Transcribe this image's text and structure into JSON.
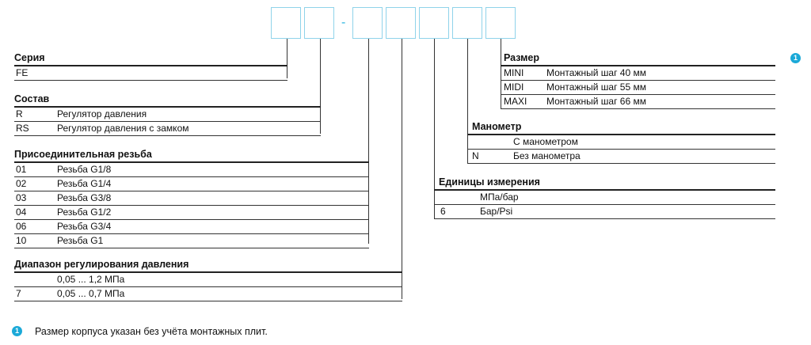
{
  "accent": "#1ba9d8",
  "code": {
    "separator": "-",
    "boxes": [
      "",
      "",
      "",
      "",
      "",
      "",
      ""
    ]
  },
  "sections": {
    "seria": {
      "title": "Серия",
      "rows": [
        {
          "code": "FE",
          "desc": ""
        }
      ]
    },
    "sostav": {
      "title": "Состав",
      "rows": [
        {
          "code": "R",
          "desc": "Регулятор давления"
        },
        {
          "code": "RS",
          "desc": "Регулятор давления с замком"
        }
      ]
    },
    "rezba": {
      "title": "Присоединительная резьба",
      "rows": [
        {
          "code": "01",
          "desc": "Резьба G1/8"
        },
        {
          "code": "02",
          "desc": "Резьба G1/4"
        },
        {
          "code": "03",
          "desc": "Резьба G3/8"
        },
        {
          "code": "04",
          "desc": "Резьба G1/2"
        },
        {
          "code": "06",
          "desc": "Резьба G3/4"
        },
        {
          "code": "10",
          "desc": "Резьба G1"
        }
      ]
    },
    "diapazon": {
      "title": "Диапазон регулирования давления",
      "rows": [
        {
          "code": "",
          "desc": "0,05 ... 1,2 МПа"
        },
        {
          "code": "7",
          "desc": "0,05 ... 0,7 МПа"
        }
      ]
    },
    "edinicy": {
      "title": "Единицы измерения",
      "rows": [
        {
          "code": "",
          "desc": "МПа/бар"
        },
        {
          "code": "6",
          "desc": "Бар/Psi"
        }
      ]
    },
    "manometr": {
      "title": "Манометр",
      "rows": [
        {
          "code": "",
          "desc": "С манометром"
        },
        {
          "code": "N",
          "desc": "Без манометра"
        }
      ]
    },
    "razmer": {
      "title": "Размер",
      "rows": [
        {
          "code": "MINI",
          "desc": "Монтажный шаг 40 мм"
        },
        {
          "code": "MIDI",
          "desc": "Монтажный шаг 55 мм"
        },
        {
          "code": "MAXI",
          "desc": "Монтажный шаг 66 мм"
        }
      ]
    }
  },
  "footnote": {
    "marker": "1",
    "text": "Размер корпуса указан без учёта монтажных плит."
  }
}
